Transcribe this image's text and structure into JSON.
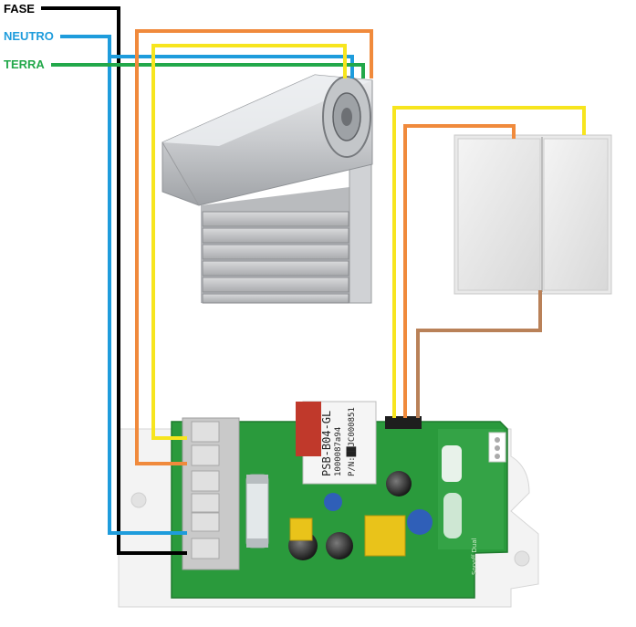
{
  "labels": {
    "fase": "FASE",
    "neutro": "NEUTRO",
    "terra": "TERRA"
  },
  "relay": {
    "line1": "PSB-B04-GL",
    "line2": "1000087a94",
    "line3": "P/N:██JC000851"
  },
  "board": {
    "text": "Sonoff Dual"
  },
  "colors": {
    "fase": "#000000",
    "neutro": "#1e9cdc",
    "terra": "#22a84a",
    "orange_wire": "#f08a3c",
    "yellow_wire": "#f7e51e",
    "brown_wire": "#b98158",
    "pcb": "#2a9a3c",
    "enclosure": "#f2f2f2"
  },
  "icons": {
    "shutter": "roller-shutter-motor-icon",
    "switch": "double-wall-switch-icon",
    "board": "sonoff-dual-pcb-icon"
  }
}
